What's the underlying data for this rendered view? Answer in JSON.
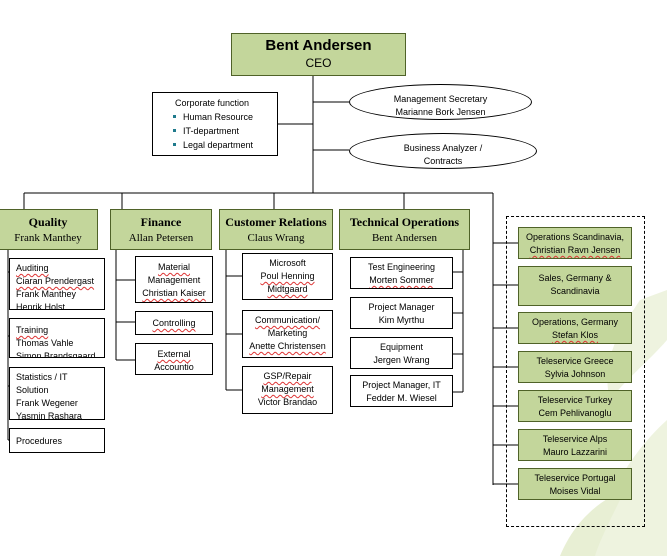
{
  "ceo": {
    "name": "Bent Andersen",
    "title": "CEO"
  },
  "corporate": {
    "heading": "Corporate function",
    "items": [
      "Human Resource",
      "IT-department",
      "Legal department"
    ]
  },
  "staff": [
    {
      "line1": "Management Secretary",
      "line2": "Marianne Bork Jensen"
    },
    {
      "line1": "Business Analyzer /",
      "line2": "Contracts"
    }
  ],
  "departments": [
    {
      "title": "Quality",
      "head": "Frank Manthey",
      "units": [
        {
          "lines": [
            "Auditing",
            "Ciaran Prendergast",
            "Frank Manthey",
            "Henrik Holst"
          ]
        },
        {
          "lines": [
            "Training",
            "Thomas Vahle",
            "Simon Brandsgaard"
          ]
        },
        {
          "lines": [
            "Statistics / IT",
            "Solution",
            "Frank Wegener",
            "Yasmin Rashara"
          ]
        },
        {
          "lines": [
            "Procedures"
          ]
        }
      ]
    },
    {
      "title": "Finance",
      "head": "Allan Petersen",
      "units": [
        {
          "lines": [
            "Material",
            "Management",
            "Christian Kaiser"
          ]
        },
        {
          "lines": [
            "Controlling"
          ]
        },
        {
          "lines": [
            "External",
            "Accountio"
          ]
        }
      ]
    },
    {
      "title": "Customer Relations",
      "head": "Claus Wrang",
      "units": [
        {
          "lines": [
            "Microsoft",
            "Poul Henning",
            "Midtgaard"
          ]
        },
        {
          "lines": [
            "Communication/",
            "Marketing",
            "Anette Christensen"
          ]
        },
        {
          "lines": [
            "GSP/Repair",
            "Management",
            "Victor Brandao"
          ]
        }
      ]
    },
    {
      "title": "Technical Operations",
      "head": "Bent Andersen",
      "units": [
        {
          "lines": [
            "Test Engineering",
            "Morten Sommer"
          ]
        },
        {
          "lines": [
            "Project Manager",
            "Kim Myrthu"
          ]
        },
        {
          "lines": [
            "Equipment",
            "Jergen Wrang"
          ]
        },
        {
          "lines": [
            "Project Manager, IT",
            "Fedder M. Wiesel"
          ]
        }
      ]
    }
  ],
  "regions": [
    {
      "line1": "Operations Scandinavia,",
      "line2": "Christian Ravn Jensen"
    },
    {
      "line1": "Sales, Germany &",
      "line2": "Scandinavia"
    },
    {
      "line1": "Operations, Germany",
      "line2": "Stefan Klos"
    },
    {
      "line1": "Teleservice Greece",
      "line2": "Sylvia Johnson"
    },
    {
      "line1": "Teleservice Turkey",
      "line2": "Cem Pehlivanoglu"
    },
    {
      "line1": "Teleservice Alps",
      "line2": "Mauro Lazzarini"
    },
    {
      "line1": "Teleservice Portugal",
      "line2": "Moises Vidal"
    }
  ],
  "colors": {
    "box_fill": "#c3d69b",
    "box_border": "#4f6228",
    "connector": "#000000"
  }
}
